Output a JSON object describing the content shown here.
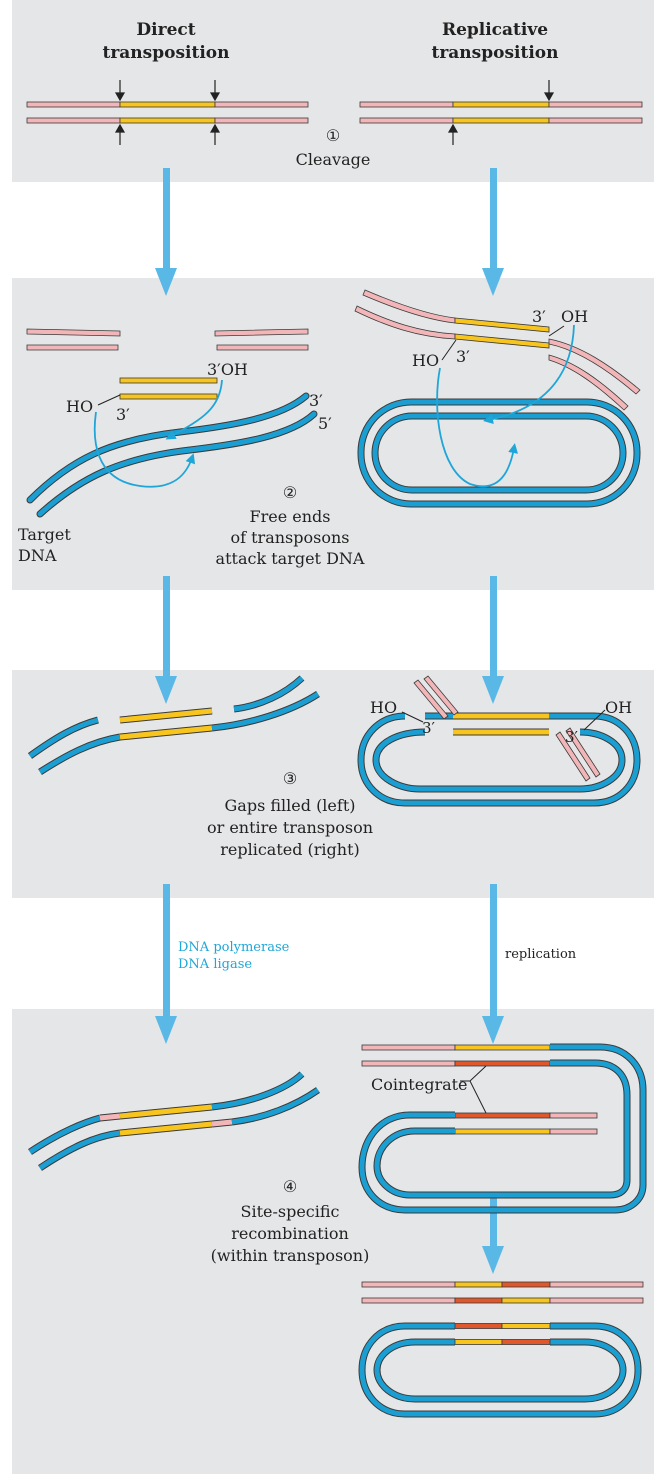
{
  "headers": {
    "left": [
      "Direct",
      "transposition"
    ],
    "right": [
      "Replicative",
      "transposition"
    ]
  },
  "steps": [
    {
      "num": "①",
      "lines": [
        "Cleavage"
      ]
    },
    {
      "num": "②",
      "lines": [
        "Free ends",
        "of transposons",
        "attack target DNA"
      ]
    },
    {
      "num": "③",
      "lines": [
        "Gaps filled (left)",
        "or entire transposon",
        "replicated (right)"
      ]
    },
    {
      "num": "④",
      "lines": [
        "Site-specific",
        "recombination",
        "(within transposon)"
      ]
    }
  ],
  "labels": {
    "oh_3": "3′OH",
    "ho": "HO",
    "three_prime": "3′",
    "five_prime": "5′",
    "target_dna": [
      "Target",
      "DNA"
    ],
    "three_prime_oh_sep": "3′",
    "oh": "OH",
    "cointegrate": "Cointegrate"
  },
  "enzymes": {
    "left": [
      "DNA polymerase",
      "DNA ligase"
    ],
    "right": "replication"
  },
  "colors": {
    "panel": "#e5e6e8",
    "host_dna": "#f2b6b8",
    "transposon": "#f7c51e",
    "transposon_replicated": "#e0572b",
    "target_dna": "#1b9ed1",
    "arrow": "#5ab8e6",
    "outline": "#3a3a3a"
  }
}
